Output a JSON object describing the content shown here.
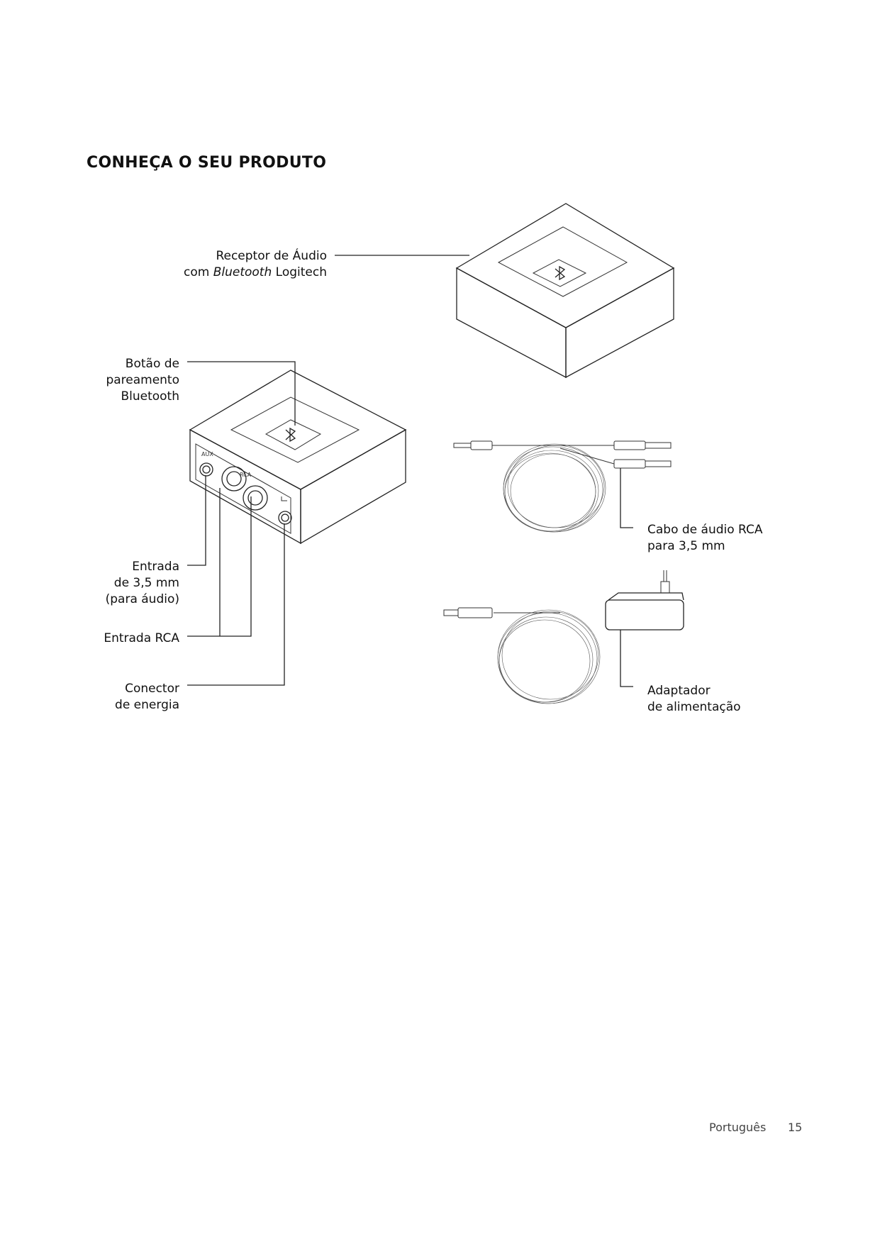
{
  "page": {
    "title": "CONHEÇA O SEU PRODUTO",
    "footer": {
      "language": "Português",
      "page_number": "15"
    }
  },
  "labels": {
    "receiver": {
      "line1": "Receptor de Áudio",
      "line2_pre": "com ",
      "line2_em": "Bluetooth",
      "line2_post": " Logitech"
    },
    "pairing_button": {
      "line1": "Botão de",
      "line2": "pareamento",
      "line3": "Bluetooth"
    },
    "input_35": {
      "line1": "Entrada",
      "line2": "de 3,5 mm",
      "line3": "(para áudio)"
    },
    "rca_input": {
      "line1": "Entrada RCA"
    },
    "power_connector": {
      "line1": "Conector",
      "line2": "de energia"
    },
    "rca_cable": {
      "line1": "Cabo de áudio RCA",
      "line2": "para 3,5 mm"
    },
    "power_adapter": {
      "line1": "Adaptador",
      "line2": "de alimentação"
    }
  },
  "device_panel": {
    "aux_text": "AUX",
    "rca_text": "RCA"
  },
  "icons": [
    "bluetooth-icon",
    "power-plug-icon"
  ]
}
